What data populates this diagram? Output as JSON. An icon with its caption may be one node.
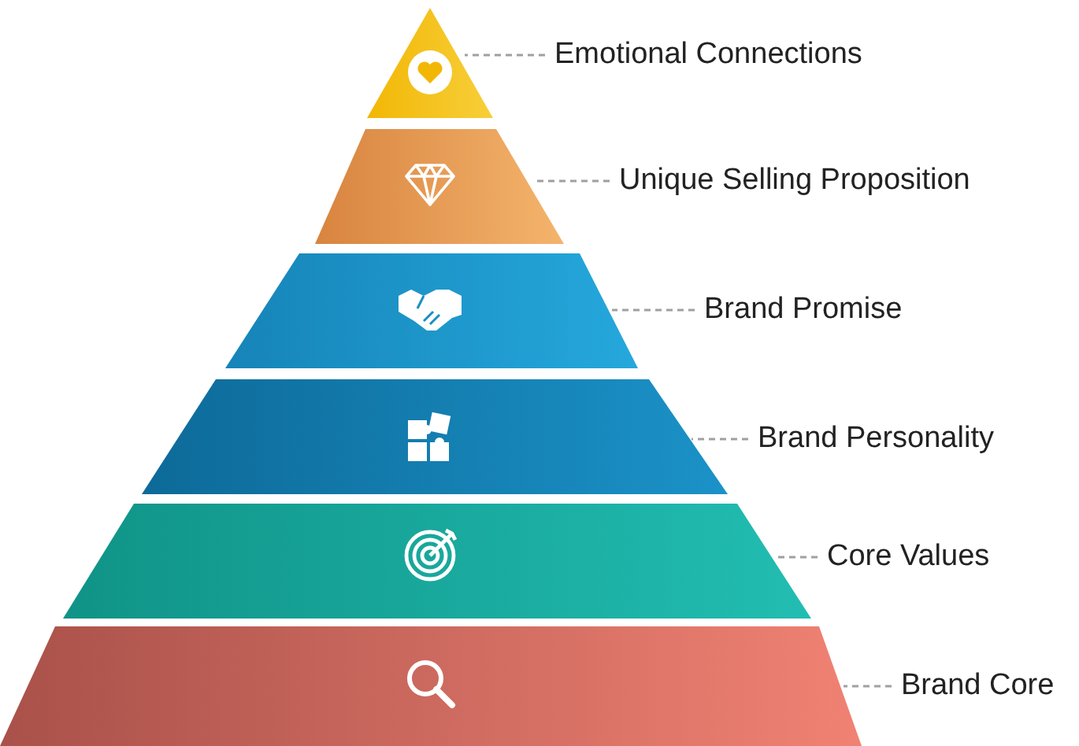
{
  "diagram": {
    "nodes": [
      {
        "text": [],
        "shape": "triangle"
      },
      {
        "text": [
          "Emotional Connections"
        ]
      },
      {
        "text": [],
        "shape": "trapezoid"
      },
      {
        "text": [
          "Unique Selling Proposition"
        ]
      },
      {
        "text": [],
        "shape": "trapezoid"
      },
      {
        "text": [
          "Brand Promise"
        ]
      },
      {
        "text": [],
        "shape": "trapezoid"
      },
      {
        "text": [
          "Brand Personality"
        ]
      },
      {
        "text": [],
        "shape": "trapezoid"
      },
      {
        "text": [
          "Core Values"
        ]
      },
      {
        "text": [],
        "shape": "trapezoid"
      },
      {
        "text": [
          "Brand Core"
        ]
      }
    ],
    "edges": [
      {
        "from": 1,
        "to": 0,
        "arrow": "none",
        "style": "dashed"
      },
      {
        "from": 3,
        "to": 2,
        "arrow": "none",
        "style": "dashed"
      },
      {
        "from": 5,
        "to": 4,
        "arrow": "none",
        "style": "dashed"
      },
      {
        "from": 7,
        "to": 6,
        "arrow": "none",
        "style": "dashed"
      },
      {
        "from": 9,
        "to": 8,
        "arrow": "none",
        "style": "dashed"
      },
      {
        "from": 11,
        "to": 10,
        "arrow": "none",
        "style": "dashed"
      }
    ]
  }
}
